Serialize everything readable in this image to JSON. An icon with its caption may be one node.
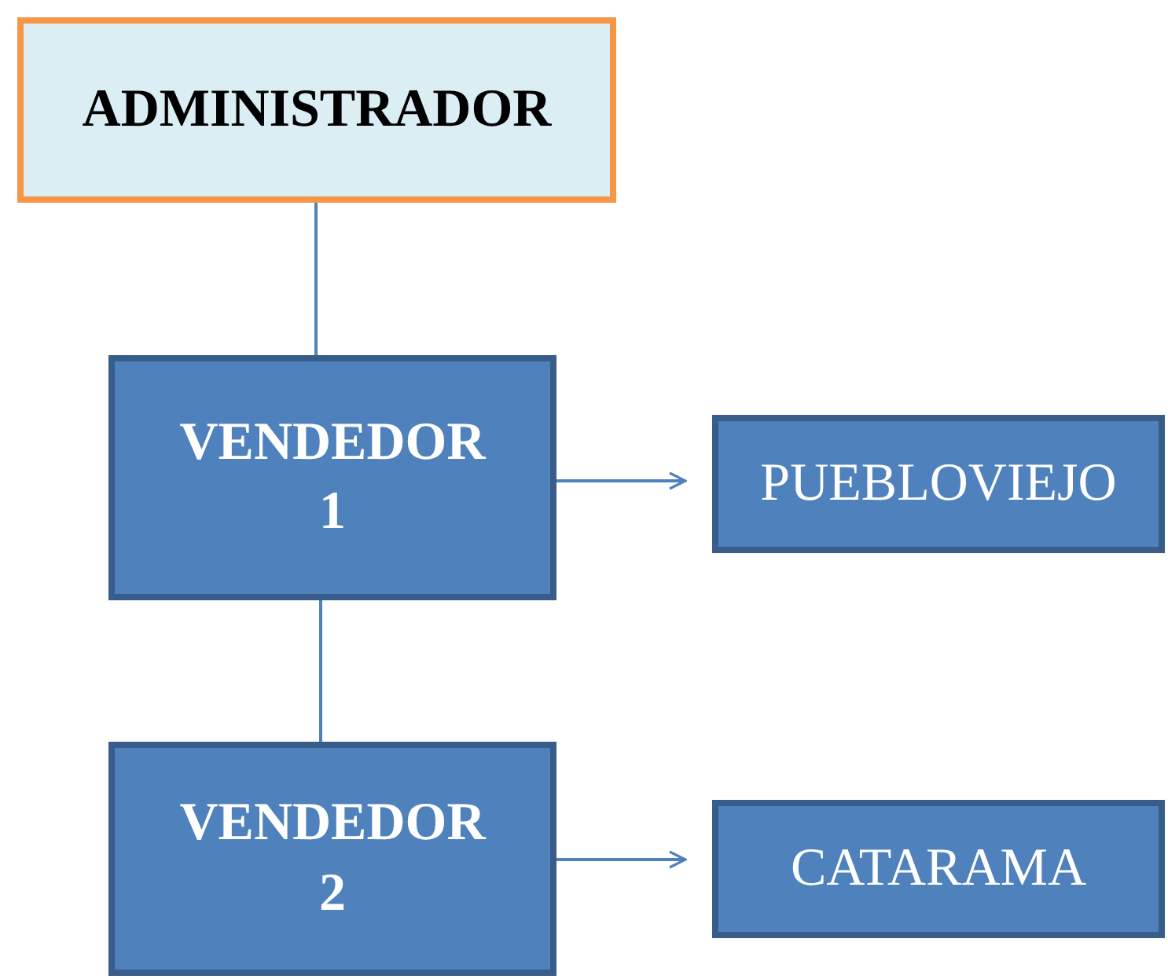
{
  "diagram": {
    "nodes": [
      {
        "text": [
          "ADMINISTRADOR"
        ]
      },
      {
        "text": [
          "VENDEDOR 1"
        ]
      },
      {
        "text": [
          "PUEBLOVIEJO"
        ]
      },
      {
        "text": [
          "VENDEDOR 2"
        ]
      },
      {
        "text": [
          "CATARAMA"
        ]
      }
    ],
    "edges": [
      {
        "from": 0,
        "to": 1,
        "arrow": "none"
      },
      {
        "from": 1,
        "to": 2,
        "arrow": "to"
      },
      {
        "from": 1,
        "to": 3,
        "arrow": "none"
      },
      {
        "from": 3,
        "to": 4,
        "arrow": "to"
      }
    ]
  }
}
